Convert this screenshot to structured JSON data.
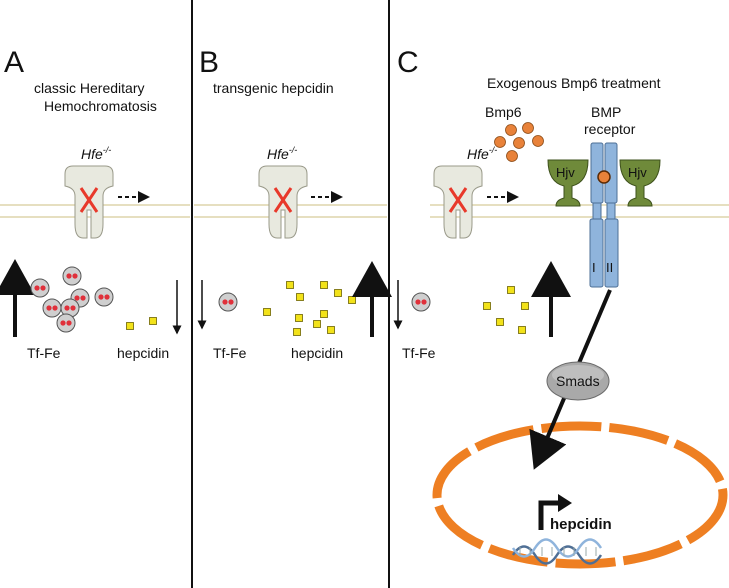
{
  "panels": {
    "a": {
      "letter": "A",
      "title_line1": "classic Hereditary",
      "title_line2": "Hemochromatosis",
      "gene_base": "Hfe",
      "gene_sup": "-/-",
      "tf_label": "Tf-Fe",
      "hep_label": "hepcidin"
    },
    "b": {
      "letter": "B",
      "title": "transgenic hepcidin",
      "gene_base": "Hfe",
      "gene_sup": "-/-",
      "tf_label": "Tf-Fe",
      "hep_label": "hepcidin"
    },
    "c": {
      "letter": "C",
      "title": "Exogenous Bmp6 treatment",
      "gene_base": "Hfe",
      "gene_sup": "-/-",
      "bmp6_label": "Bmp6",
      "receptor_line1": "BMP",
      "receptor_line2": "receptor",
      "hjv_label": "Hjv",
      "subunit1": "I",
      "subunit2": "II",
      "smads_label": "Smads",
      "tf_label": "Tf-Fe",
      "gene_label": "hepcidin"
    }
  },
  "colors": {
    "membrane": "#e6dfc0",
    "transporter": "#e8e9df",
    "x_mark": "#e8392b",
    "iron_cell": "#cfcfcf",
    "iron_dot": "#e0303a",
    "hepcidin_square": "#f2e21a",
    "bmp6": "#e8823a",
    "hjv": "#6f8a3a",
    "receptor": "#8fb4dc",
    "smads": "#a9a9a9",
    "nucleus": "#ee7f22"
  }
}
